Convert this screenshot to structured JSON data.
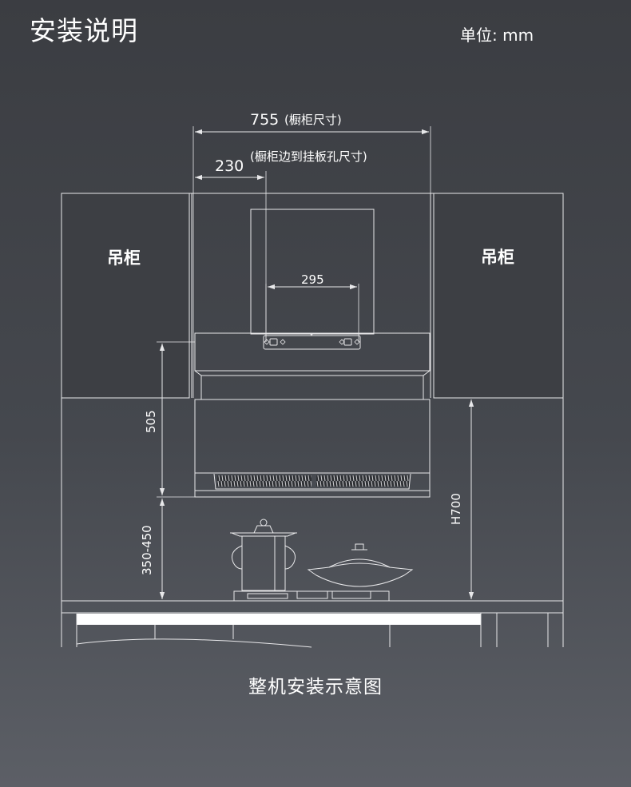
{
  "header": {
    "title": "安装说明",
    "unit_label": "单位: mm"
  },
  "diagram": {
    "cabinet_width": "755",
    "cabinet_width_note": "(橱柜尺寸)",
    "hole_offset": "230",
    "hole_offset_note": "(橱柜边到挂板孔尺寸)",
    "hole_spacing": "295",
    "hood_height": "505",
    "hood_to_stove": "350-450",
    "counter_height": "H700",
    "left_cabinet": "吊柜",
    "right_cabinet": "吊柜"
  },
  "footer": {
    "caption": "整机安装示意图"
  },
  "colors": {
    "line": "#e8e8ea",
    "background_top": "#3b3d42",
    "background_bottom": "#5c5f66"
  }
}
